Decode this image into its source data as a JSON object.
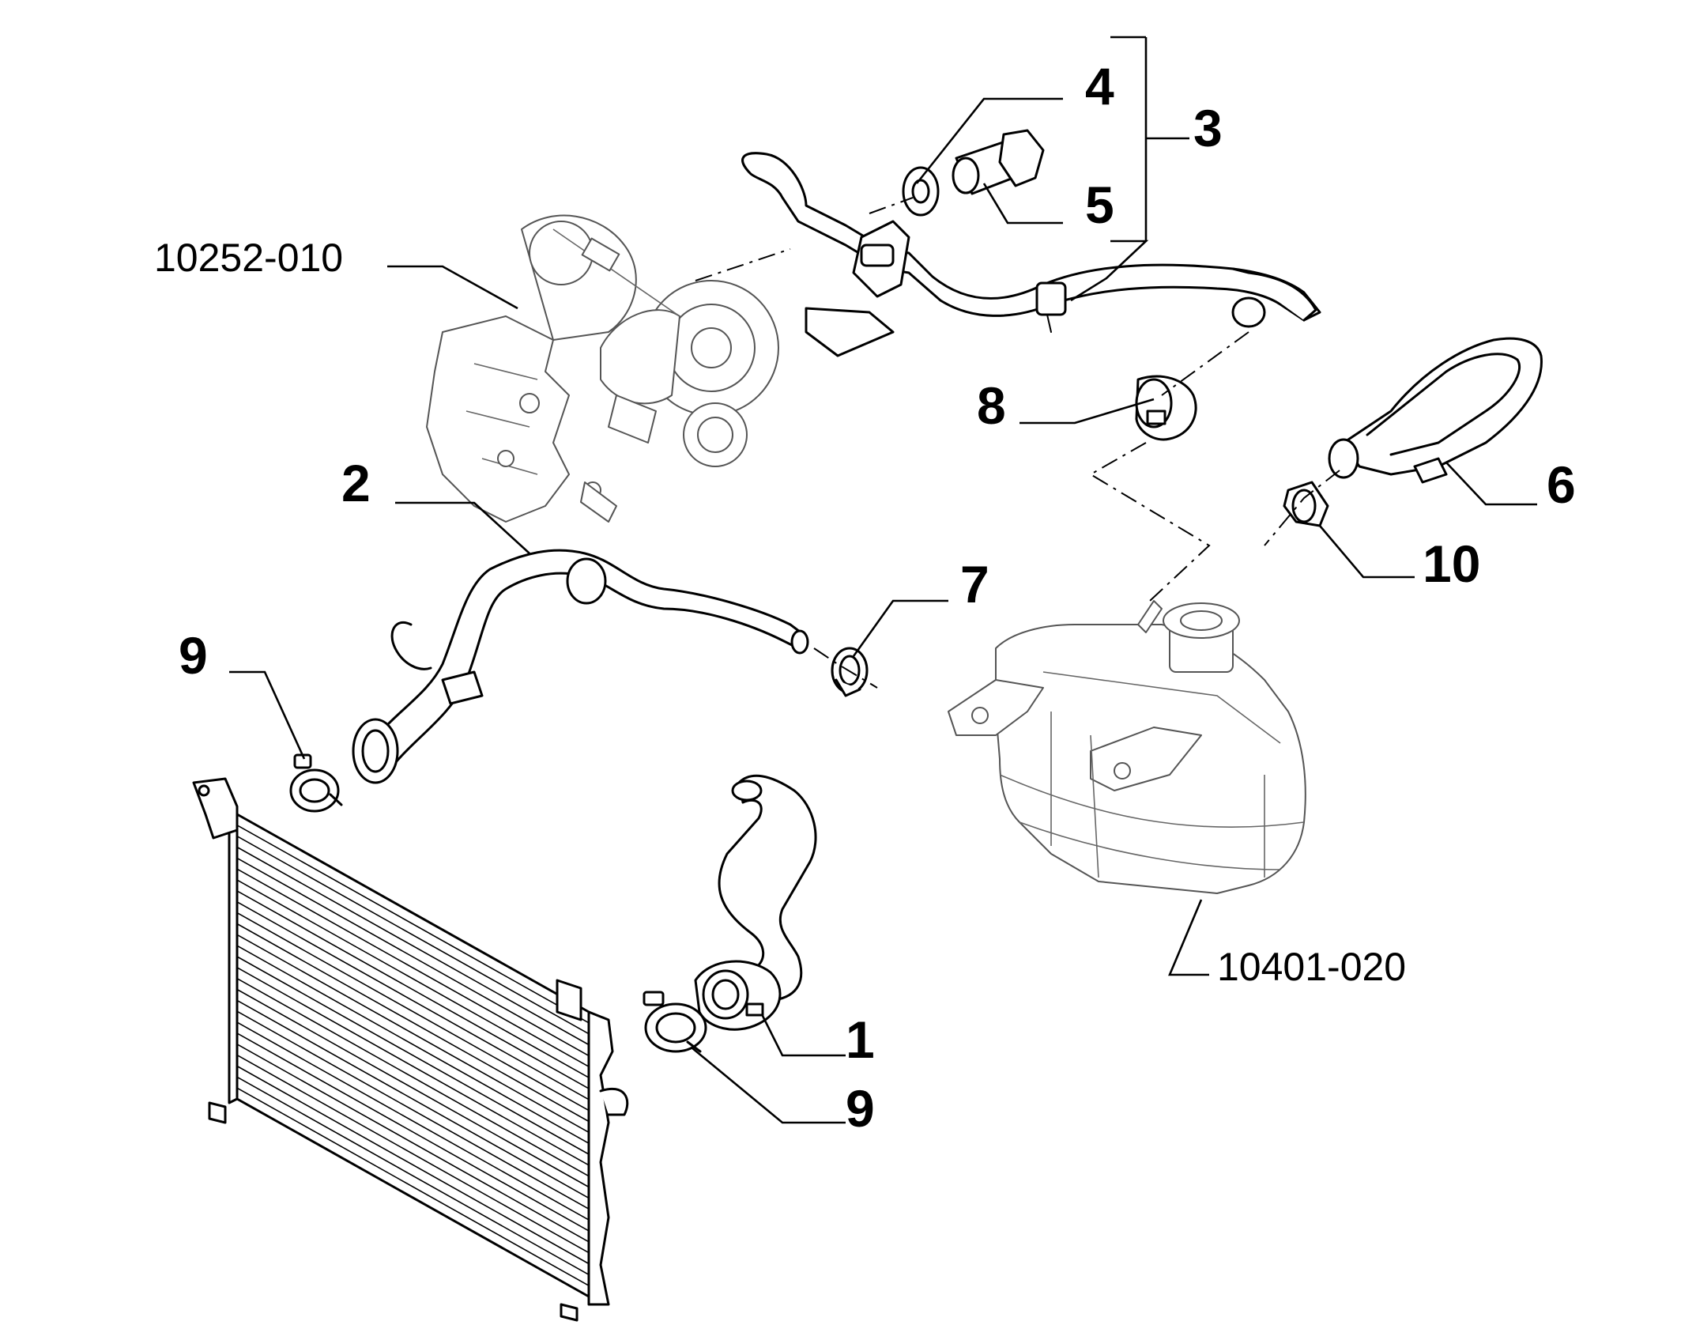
{
  "callouts": {
    "c1": "1",
    "c2": "2",
    "c3": "3",
    "c4": "4",
    "c5": "5",
    "c6": "6",
    "c7": "7",
    "c8": "8",
    "c9a": "9",
    "c9b": "9",
    "c10": "10"
  },
  "references": {
    "turbocharger": "10252-010",
    "expansion_tank": "10401-020"
  }
}
